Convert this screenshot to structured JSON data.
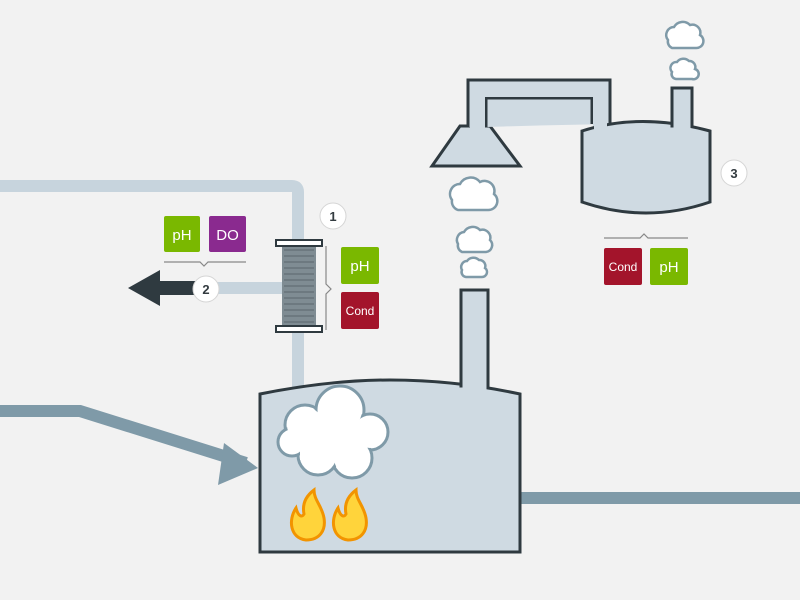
{
  "colors": {
    "background": "#f2f2f2",
    "vessel_fill": "#cfdae2",
    "outline": "#2f3a40",
    "pipe_light": "#c7d4dd",
    "pipe_dark": "#7f9aa8",
    "arrow_dark": "#2f3a40",
    "ph": "#7ab800",
    "do": "#8a2a8f",
    "cond": "#a3142b",
    "flame_outer": "#f29400",
    "flame_inner": "#ffd43b"
  },
  "markers": {
    "m1": "1",
    "m2": "2",
    "m3": "3"
  },
  "labels": {
    "ph_top": "pH",
    "do_top": "DO",
    "ph_right": "pH",
    "cond_right": "Cond",
    "cond_condenser": "Cond",
    "ph_condenser": "pH"
  },
  "icons": {
    "flames": "flame-icon",
    "steam": "cloud-icon",
    "cooler": "heat-exchanger-icon"
  }
}
